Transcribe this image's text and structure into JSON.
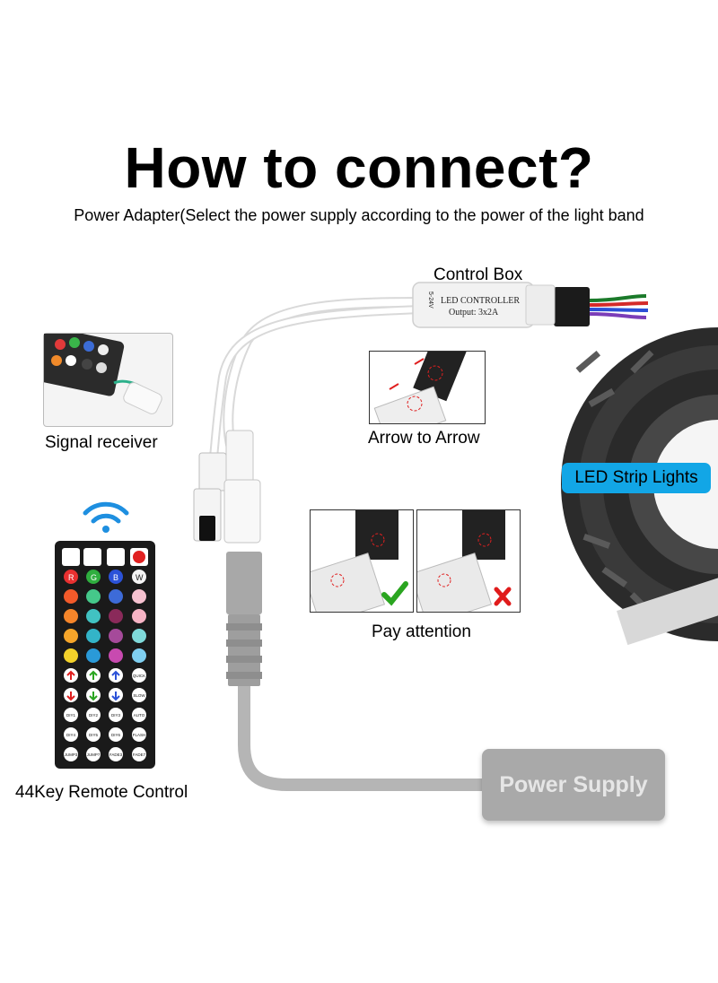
{
  "title": "How to connect?",
  "subtitle": "Power Adapter(Select the power supply according to the power of the light band",
  "labels": {
    "control_box": "Control Box",
    "signal_receiver": "Signal receiver",
    "arrow_to_arrow": "Arrow to Arrow",
    "pay_attention": "Pay attention",
    "remote_control": "44Key Remote Control",
    "led_strip": "LED Strip Lights",
    "power_supply": "Power Supply"
  },
  "controller": {
    "line1": "LED CONTROLLER",
    "line2": "Output: 3x2A",
    "side": "5-24V"
  },
  "remote_buttons": {
    "color_letters": [
      "R",
      "G",
      "B",
      "W"
    ],
    "right_column": [
      "QUICK",
      "SLOW",
      "AUTO",
      "FLASH",
      "FADE7"
    ],
    "diy_row1": [
      "DIY1",
      "DIY2",
      "DIY3"
    ],
    "diy_row2": [
      "DIY4",
      "DIY5",
      "DIY6"
    ],
    "bottom_row": [
      "JUMP3",
      "JUMP7",
      "FADE3"
    ]
  },
  "colors": {
    "led_badge": "#12a6e6",
    "power_supply": "#a9a9a9",
    "check": "#2aa520",
    "cross": "#e01b1b",
    "wifi": "#1e8fe0"
  }
}
